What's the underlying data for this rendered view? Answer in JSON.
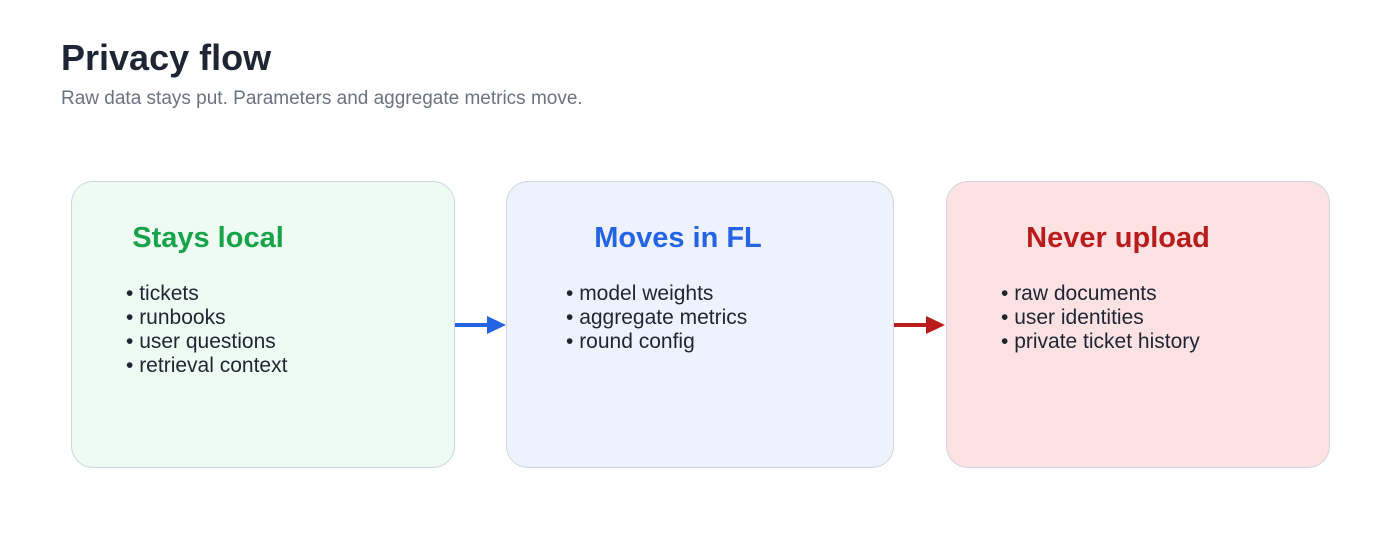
{
  "header": {
    "title": "Privacy flow",
    "subtitle": "Raw data stays put. Parameters and aggregate metrics move."
  },
  "cards": [
    {
      "title": "Stays local",
      "color": "#16a34a",
      "background": "#eefbf2",
      "items": [
        "tickets",
        "runbooks",
        "user questions",
        "retrieval context"
      ]
    },
    {
      "title": "Moves in FL",
      "color": "#2463e3",
      "background": "#eef2fc",
      "items": [
        "model weights",
        "aggregate metrics",
        "round config"
      ]
    },
    {
      "title": "Never upload",
      "color": "#b91c1c",
      "background": "#fde2e3",
      "items": [
        "raw documents",
        "user identities",
        "private ticket history"
      ]
    }
  ],
  "arrows": [
    {
      "from": "Stays local",
      "to": "Moves in FL",
      "color": "#2463e3"
    },
    {
      "from": "Moves in FL",
      "to": "Never upload",
      "color": "#b91c1c"
    }
  ]
}
